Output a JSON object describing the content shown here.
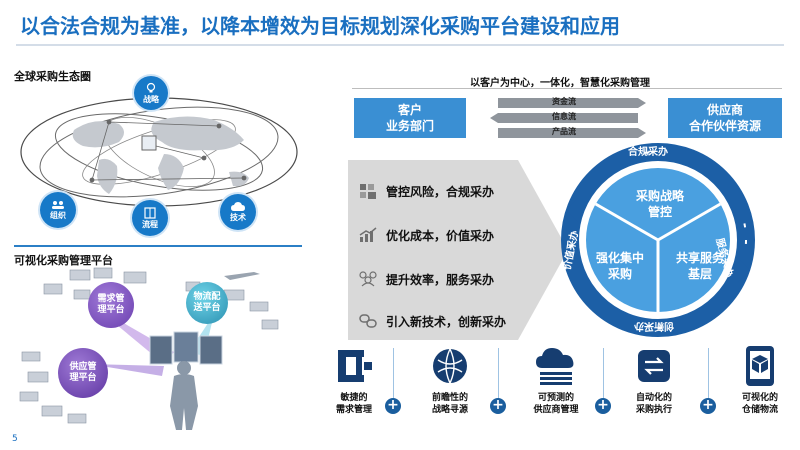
{
  "title": "以合法合规为基准，以降本增效为目标规划深化采购平台建设和应用",
  "page_number": "5",
  "ecosystem": {
    "section_title": "全球采购生态圈",
    "nodes": {
      "strategy": "战略",
      "organization": "组织",
      "process": "流程",
      "technology": "技术"
    }
  },
  "platform": {
    "section_title": "可视化采购管理平台",
    "demand": "需求管理平台",
    "logistics": "物流配送平台",
    "supplier": "供应管理平台"
  },
  "diagram": {
    "header": "以客户为中心，一体化，智慧化采购管理",
    "left_box": [
      "客户",
      "业务部门"
    ],
    "right_box": [
      "供应商",
      "合作伙伴资源"
    ],
    "flows": [
      "资金流",
      "信息流",
      "产品流"
    ],
    "benefits": [
      "管控风险，合规采办",
      "优化成本，价值采办",
      "提升效率，服务采办",
      "引入新技术，创新采办"
    ],
    "ring": {
      "top": "合规采办",
      "right": "服务采办",
      "bottom": "创新采办",
      "left": "价值采办"
    },
    "segments": {
      "top": [
        "采购战略",
        "管控"
      ],
      "left": [
        "强化集中",
        "采购"
      ],
      "right": [
        "共享服务",
        "基层"
      ]
    }
  },
  "capabilities": [
    {
      "icon": "clamp-icon",
      "lines": [
        "敏捷的",
        "需求管理"
      ]
    },
    {
      "icon": "globe-network-icon",
      "lines": [
        "前瞻性的",
        "战略寻源"
      ]
    },
    {
      "icon": "cloud-icon",
      "lines": [
        "可预测的",
        "供应商管理"
      ]
    },
    {
      "icon": "cycle-arrows-icon",
      "lines": [
        "自动化的",
        "采购执行"
      ]
    },
    {
      "icon": "mobile-box-icon",
      "lines": [
        "可视化的",
        "仓储物流"
      ]
    }
  ],
  "colors": {
    "accent": "#1a6fc0",
    "box": "#3a8fd3",
    "ring": "#1c5fa6",
    "segment": "#4aa0e0",
    "icon": "#163d70"
  }
}
